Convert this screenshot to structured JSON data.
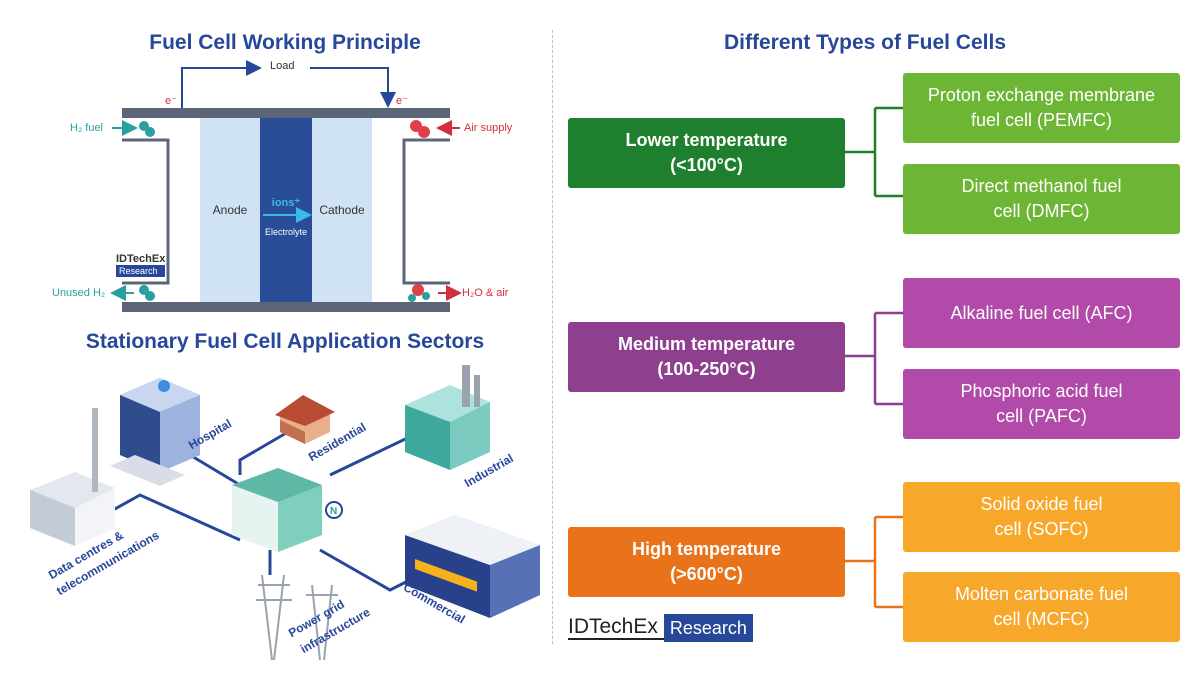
{
  "left": {
    "top_title": "Fuel Cell Working Principle",
    "load": "Load",
    "electron_left": "e⁻",
    "electron_right": "e⁻",
    "h2_fuel": "H₂ fuel",
    "air_supply": "Air supply",
    "anode": "Anode",
    "cathode": "Cathode",
    "ions": "ions⁺",
    "electrolyte": "Electrolyte",
    "unused_h2": "Unused H₂",
    "h2o_air": "H₂O & air",
    "small_logo_top": "IDTechEx",
    "small_logo_bottom": "Research",
    "bottom_title": "Stationary Fuel Cell Application Sectors",
    "sectors": {
      "hospital": "Hospital",
      "residential": "Residential",
      "industrial": "Industrial",
      "data_centres_1": "Data centres &",
      "data_centres_2": "telecommunications",
      "power_grid_1": "Power grid",
      "power_grid_2": "infrastructure",
      "commercial": "Commercial"
    }
  },
  "right": {
    "title": "Different Types of Fuel Cells",
    "colors": {
      "low": "#1e7f2e",
      "low_type": "#6db534",
      "medium": "#8e3f8d",
      "medium_type": "#b24aa9",
      "high": "#e9731a",
      "high_type": "#f7a82b"
    },
    "categories": [
      {
        "line1": "Lower temperature",
        "line2": "(<100°C)"
      },
      {
        "line1": "Medium temperature",
        "line2": "(100-250°C)"
      },
      {
        "line1": "High temperature",
        "line2": "(>600°C)"
      }
    ],
    "types": [
      {
        "line1": "Proton exchange membrane",
        "line2": "fuel cell (PEMFC)"
      },
      {
        "line1": "Direct methanol fuel",
        "line2": "cell (DMFC)"
      },
      {
        "line1": "Alkaline fuel cell (AFC)",
        "line2": ""
      },
      {
        "line1": "Phosphoric acid fuel",
        "line2": "cell (PAFC)"
      },
      {
        "line1": "Solid oxide fuel",
        "line2": "cell (SOFC)"
      },
      {
        "line1": "Molten carbonate fuel",
        "line2": "cell (MCFC)"
      }
    ],
    "logo_left": "IDTechEx",
    "logo_right": "Research"
  }
}
